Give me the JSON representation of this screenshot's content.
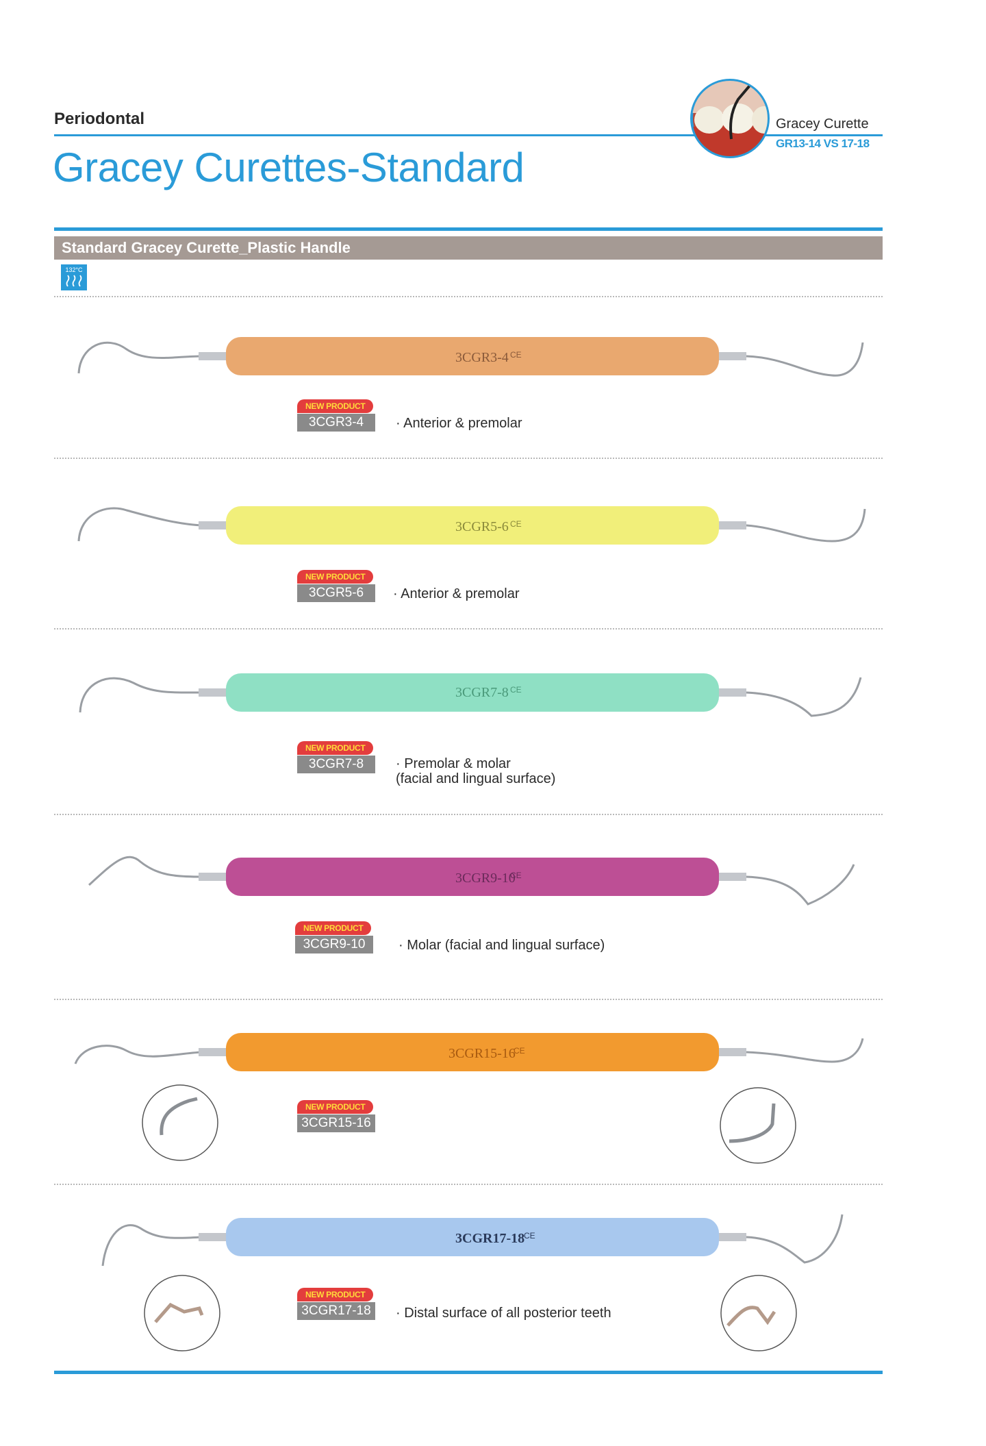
{
  "header": {
    "category": "Periodontal",
    "title": "Gracey Curettes-Standard",
    "badge_title": "Gracey Curette",
    "badge_subtitle": "GR13-14 VS 17-18"
  },
  "section": {
    "title": "Standard Gracey Curette_Plastic Handle",
    "sterilize_temp": "132°C"
  },
  "colors": {
    "accent": "#2a9bd8",
    "section_bar": "#a59a94",
    "new_badge": "#e33d3d"
  },
  "products": [
    {
      "code": "3CGR3-4",
      "badge": "NEW PRODUCT",
      "desc": [
        "Anterior & premolar"
      ],
      "handle_color": "#e9a86f",
      "ce": "CE"
    },
    {
      "code": "3CGR5-6",
      "badge": "NEW PRODUCT",
      "desc": [
        "Anterior & premolar"
      ],
      "handle_color": "#f1ef7a",
      "ce": "CE"
    },
    {
      "code": "3CGR7-8",
      "badge": "NEW PRODUCT",
      "desc": [
        "Premolar & molar",
        "(facial and lingual surface)"
      ],
      "handle_color": "#8fe0c4",
      "ce": "CE"
    },
    {
      "code": "3CGR9-10",
      "badge": "NEW PRODUCT",
      "desc": [
        "Molar (facial and lingual surface)"
      ],
      "handle_color": "#bd4f95",
      "ce": "CE"
    },
    {
      "code": "3CGR15-16",
      "badge": "NEW PRODUCT",
      "desc": [],
      "handle_color": "#f29a2f",
      "ce": "CE"
    },
    {
      "code": "3CGR17-18",
      "badge": "NEW PRODUCT",
      "desc": [
        "Distal surface of all posterior teeth"
      ],
      "handle_color": "#a8c8ee",
      "ce": "CE"
    }
  ]
}
